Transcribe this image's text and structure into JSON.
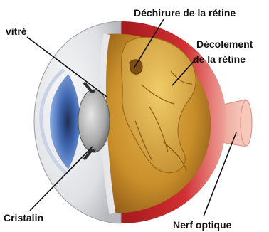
{
  "labels": {
    "vitreous": "vitré",
    "retinal_tear": "Déchirure de la rétine",
    "retinal_detachment_line1": "Décolement",
    "retinal_detachment_line2": "de la rétine",
    "lens": "Cristalin",
    "optic_nerve": "Nerf optique"
  },
  "colors": {
    "sclera": "#e9e9ec",
    "choroid_red": "#c8262a",
    "vitreous_gold": "#c98f2a",
    "iris_blue": "#4c78c4",
    "lens_grey": "#a9a9a9",
    "optic_nerve_pink": "#f3b7a6"
  }
}
